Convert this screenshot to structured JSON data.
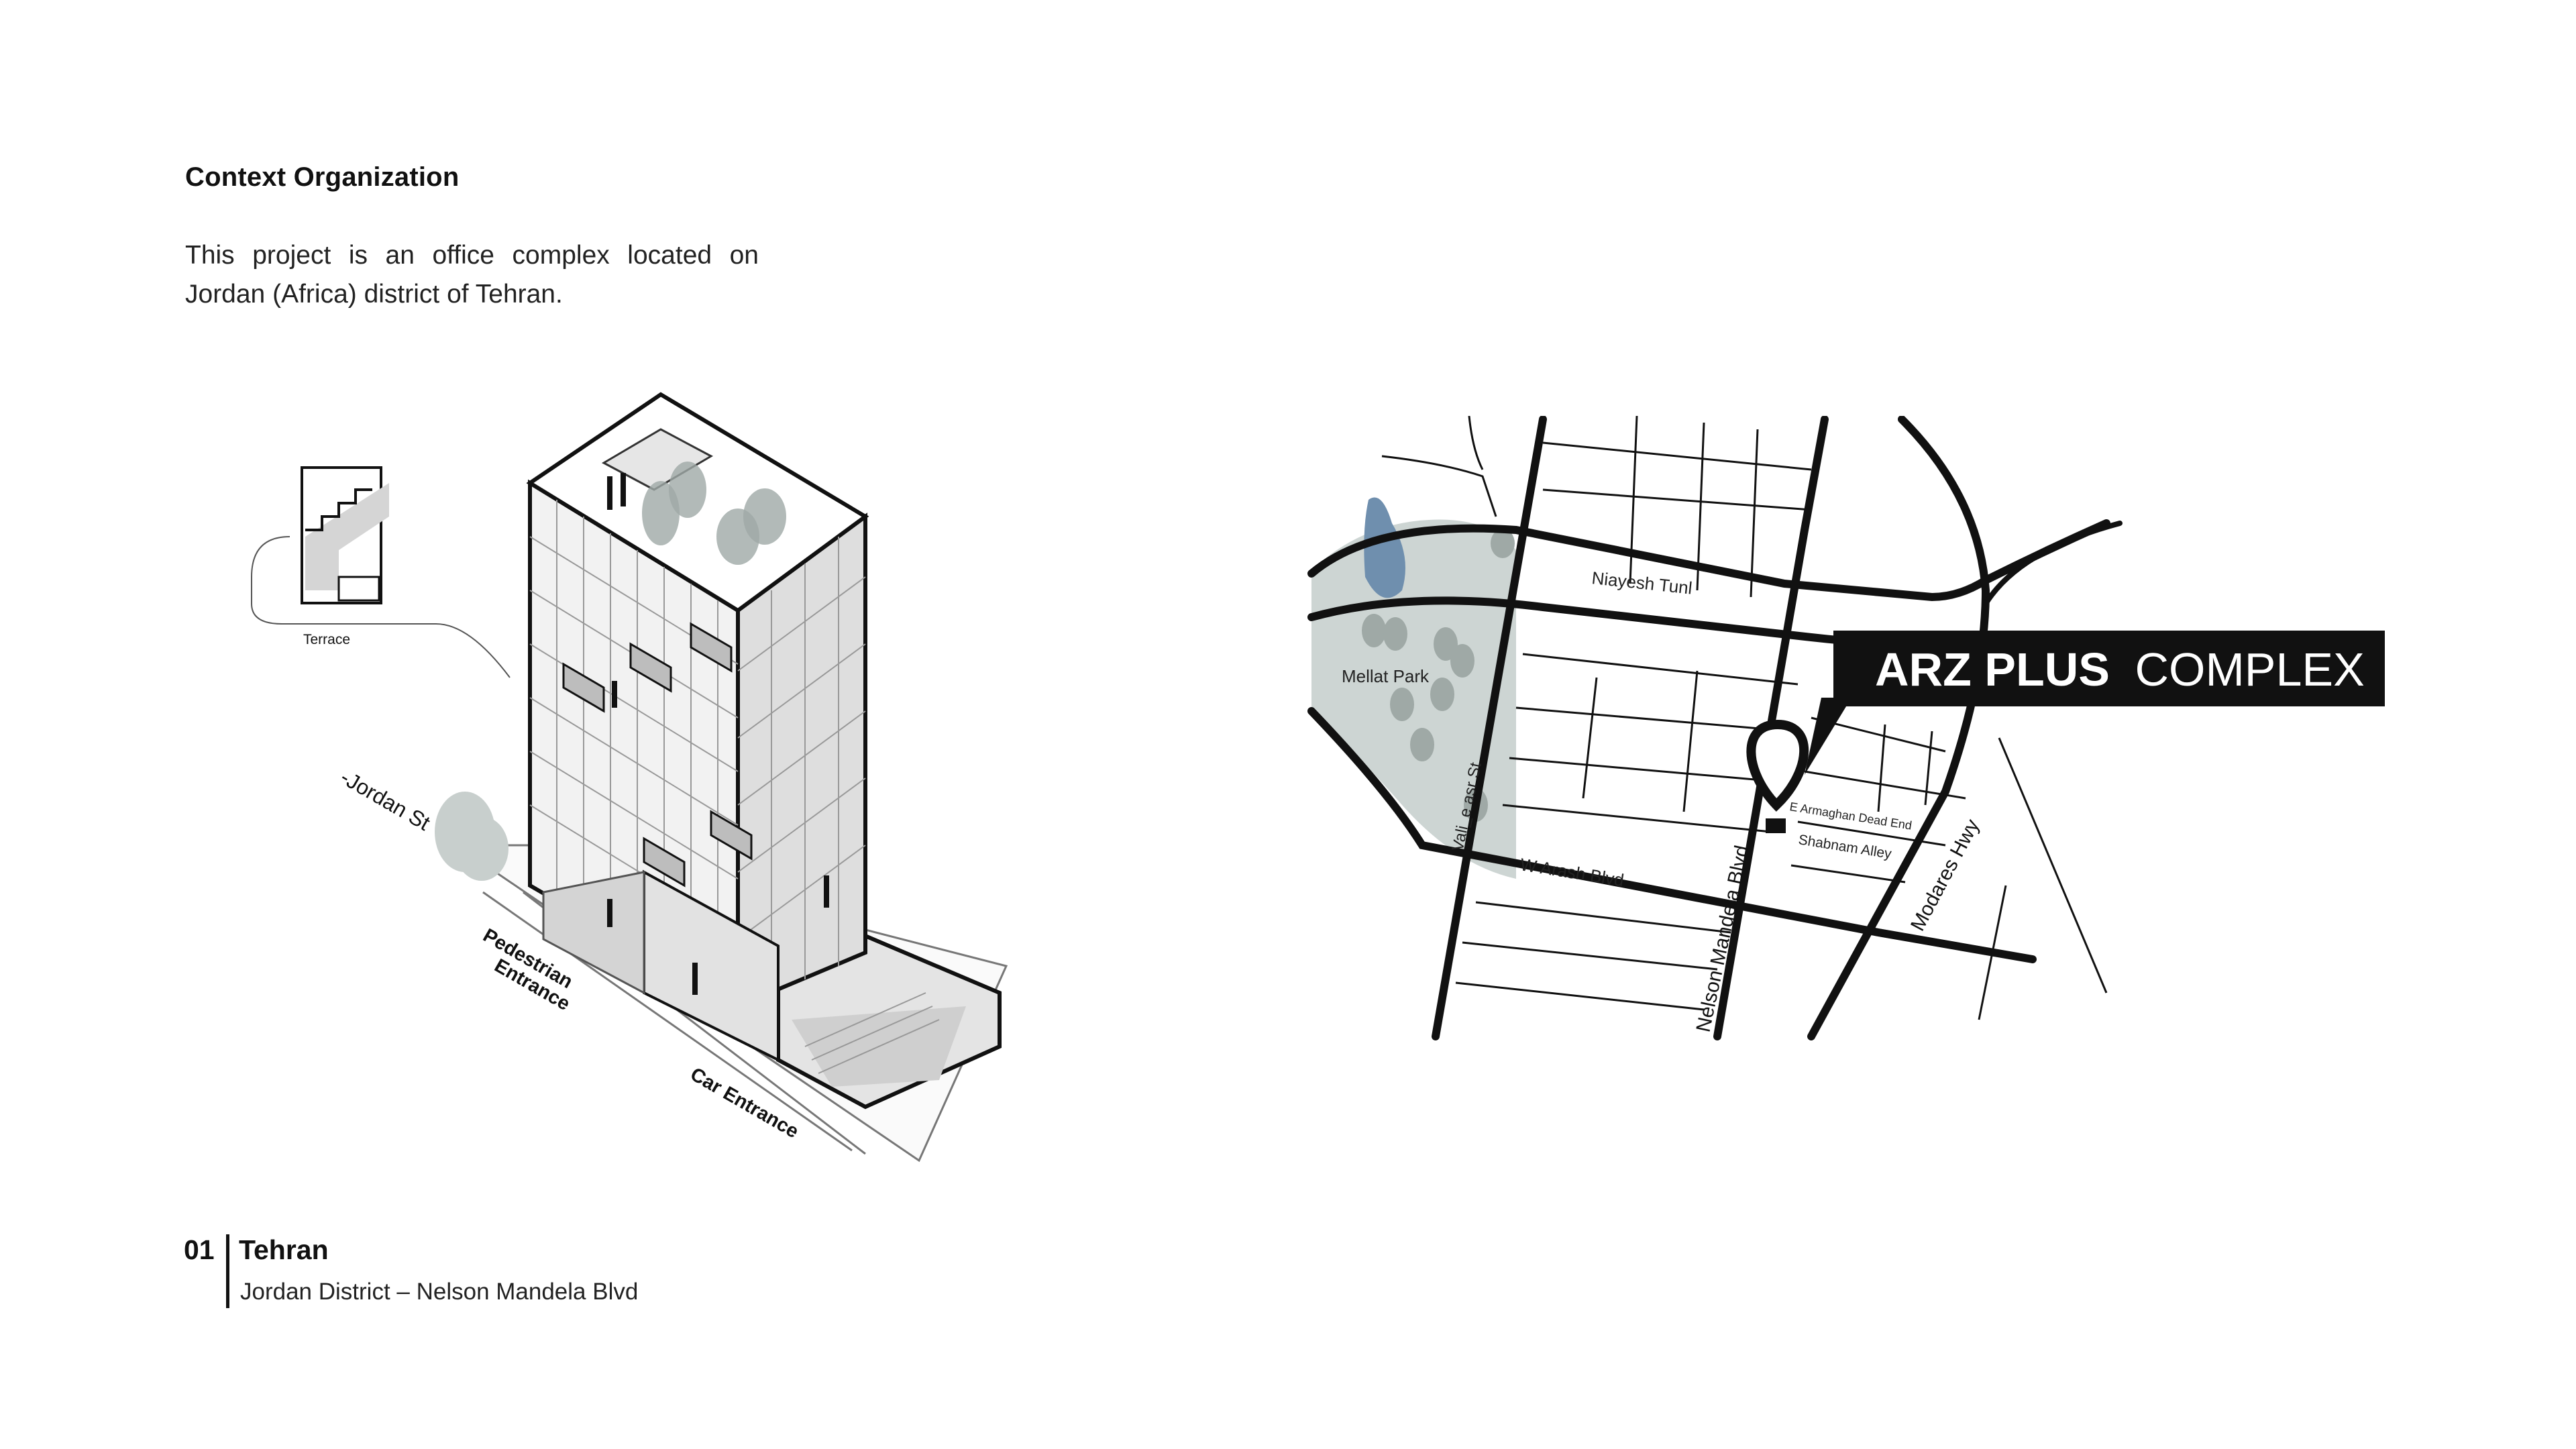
{
  "heading": "Context Organization",
  "intro": "This project is an office complex located on Jordan (Africa) district of Tehran.",
  "diagram": {
    "terrace_label": "Terrace",
    "street_label": "-Jordan St",
    "pedestrian_line1": "Pedestrian",
    "pedestrian_line2": "Entrance",
    "car_label": "Car Entrance"
  },
  "map": {
    "park": "Mellat Park",
    "tunnel": "Niayesh Tunl",
    "vali": "Vali_e asr St",
    "arash": "W Arash Blvd",
    "mandela": "Nelson Mandela Blvd",
    "modares": "Modares Hwy",
    "armaghan": "E Armaghan Dead End",
    "shabnam": "Shabnam Alley",
    "callout_bold": "ARZ PLUS",
    "callout_light": "COMPLEX"
  },
  "footer": {
    "number": "01",
    "city": "Tehran",
    "subtitle": "Jordan District – Nelson  Mandela Blvd"
  },
  "colors": {
    "ink": "#111111",
    "park": "#cdd5d3",
    "tree": "#9fa9a6",
    "water": "#6f8fae",
    "facade": "#f2f2f2"
  }
}
